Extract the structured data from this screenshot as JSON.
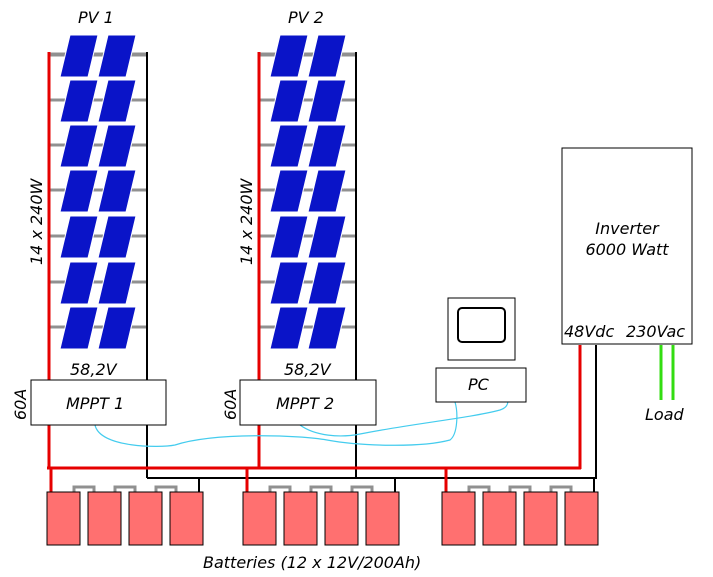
{
  "pv_arrays": [
    {
      "title": "PV 1",
      "rating": "14 x 240W",
      "voltage": "58,2V",
      "controller": "MPPT 1",
      "current": "60A"
    },
    {
      "title": "PV 2",
      "rating": "14 x 240W",
      "voltage": "58,2V",
      "controller": "MPPT 2",
      "current": "60A"
    }
  ],
  "pc": {
    "label": "PC"
  },
  "inverter": {
    "line1": "Inverter",
    "line2": "6000 Watt",
    "dc_label": "48Vdc",
    "ac_label": "230Vac"
  },
  "load": {
    "label": "Load"
  },
  "batteries": {
    "label": "Batteries (12 x 12V/200Ah)"
  },
  "colors": {
    "positive_wire": "#e60000",
    "negative_wire": "#000000",
    "ac_wire": "#33dd11",
    "data_cable": "#44ccee",
    "panel": "#0a14c8",
    "panel_rail": "#909090",
    "battery": "#ff7070"
  }
}
